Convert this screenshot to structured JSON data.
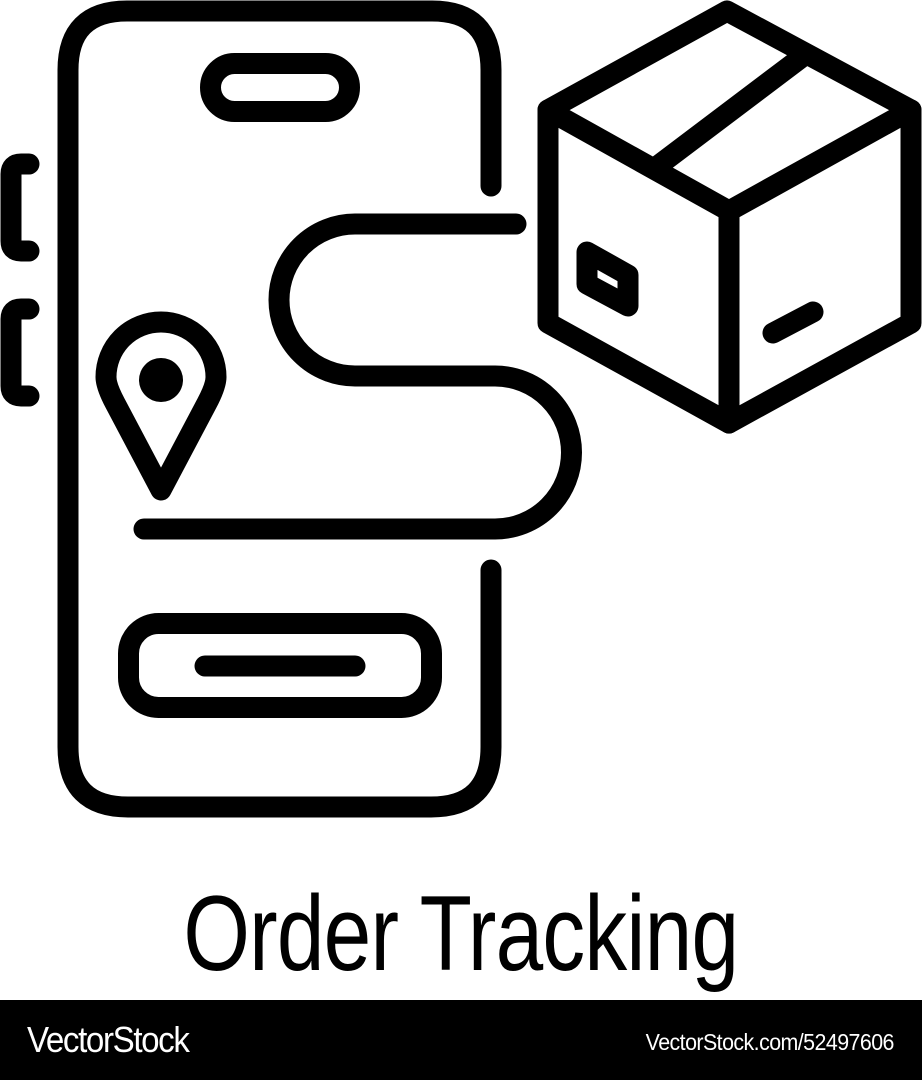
{
  "illustration": {
    "subject": "order tracking icon",
    "style": "line-art",
    "stroke_color": "#000000",
    "background_color": "#ffffff",
    "icons": [
      "smartphone-icon",
      "location-pin-icon",
      "route-path-icon",
      "package-box-icon"
    ]
  },
  "caption": {
    "title": "Order Tracking"
  },
  "footer": {
    "brand": "VectorStock",
    "image_id_text": "VectorStock.com/52497606",
    "background_color": "#000000",
    "text_color": "#ffffff"
  }
}
